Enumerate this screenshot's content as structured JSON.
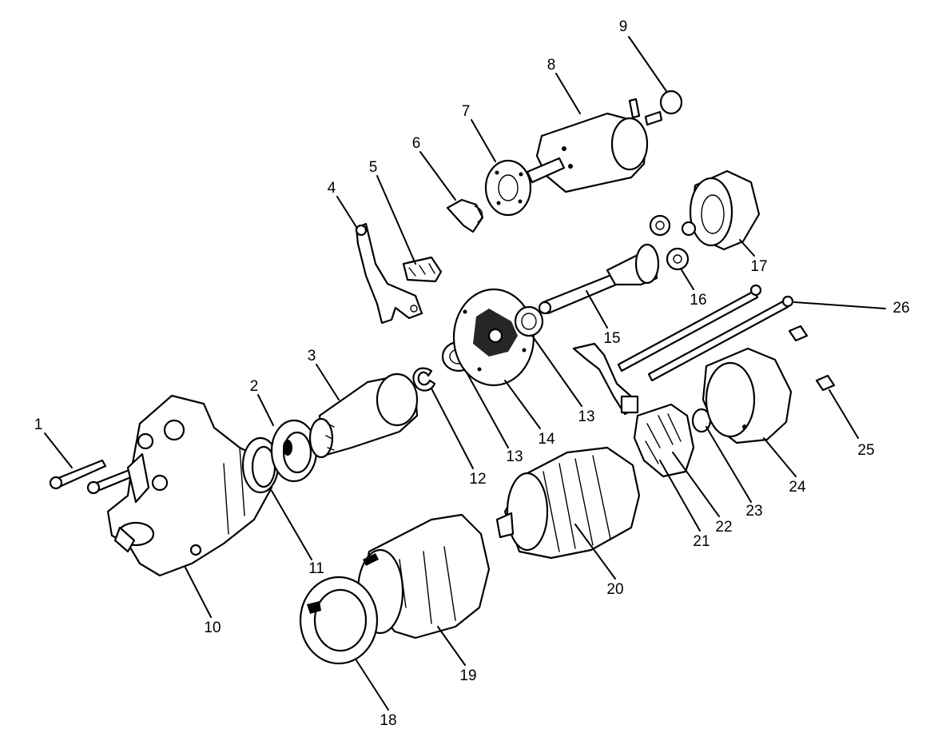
{
  "labels": {
    "p1": "1",
    "p2": "2",
    "p3": "3",
    "p4": "4",
    "p5": "5",
    "p6": "6",
    "p7": "7",
    "p8": "8",
    "p9": "9",
    "p10": "10",
    "p11": "11",
    "p12": "12",
    "p13a": "13",
    "p13b": "13",
    "p14": "14",
    "p15": "15",
    "p16": "16",
    "p17": "17",
    "p18": "18",
    "p19": "19",
    "p20": "20",
    "p21": "21",
    "p22": "22",
    "p23": "23",
    "p24": "24",
    "p25": "25",
    "p26": "26"
  }
}
